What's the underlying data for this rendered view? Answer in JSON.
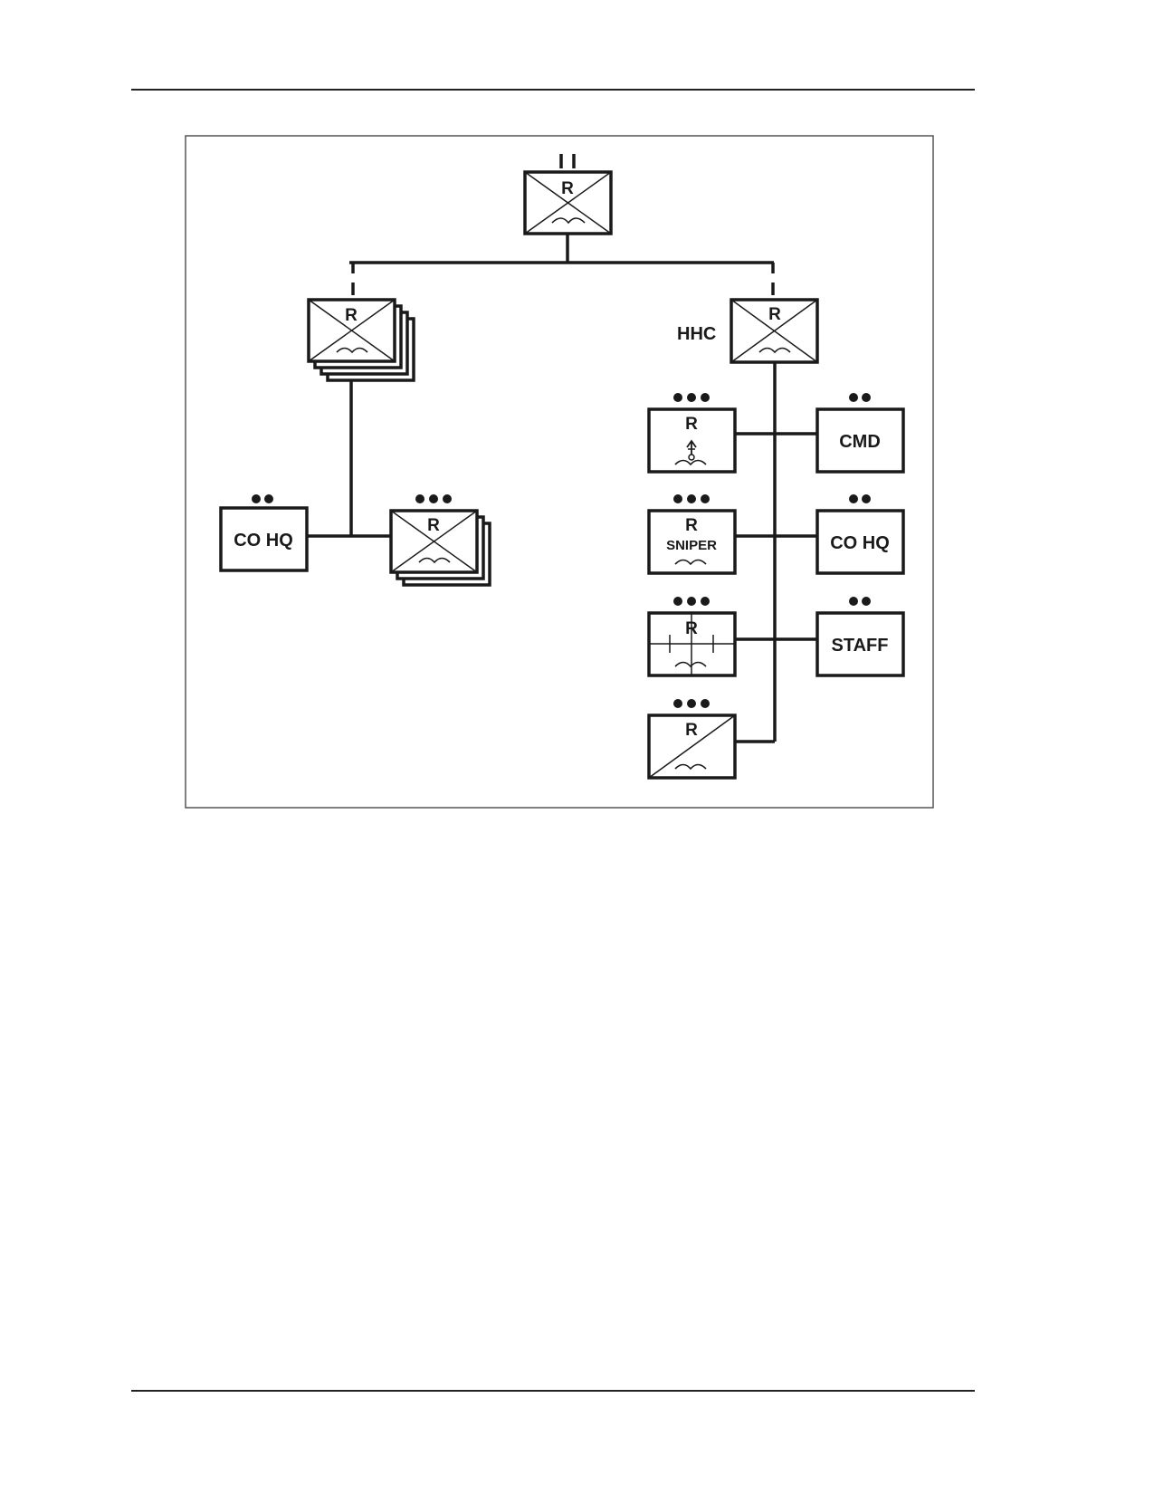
{
  "diagram": {
    "unit_letter": "R",
    "hhc_label": "HHC",
    "sniper_label": "SNIPER",
    "left_co_hq_label": "CO HQ",
    "right_cmd_label": "CMD",
    "right_co_hq_label": "CO HQ",
    "right_staff_label": "STAFF",
    "echelon_marks": {
      "battalion": "II",
      "platoon": "•••",
      "section": "••"
    },
    "colors": {
      "line": "#1a1a1a",
      "frame": "#555555",
      "background": "#ffffff"
    }
  }
}
